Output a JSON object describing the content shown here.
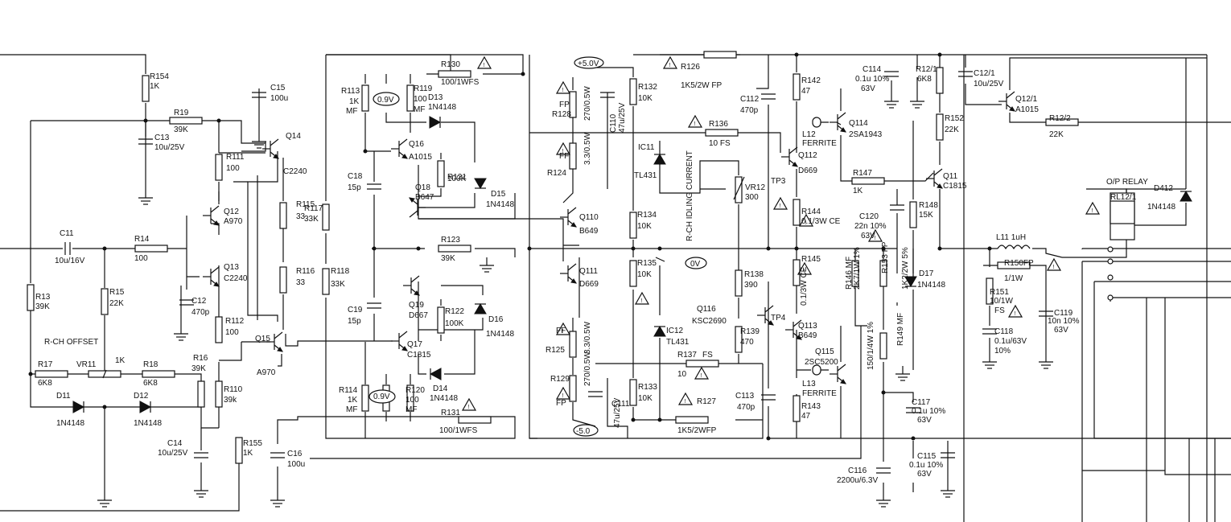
{
  "labels": [
    {
      "id": "r154",
      "text": "R154"
    },
    {
      "id": "r154v",
      "text": "1K"
    },
    {
      "id": "c15",
      "text": "C15"
    },
    {
      "id": "c15v",
      "text": "100u"
    },
    {
      "id": "r19",
      "text": "R19"
    },
    {
      "id": "r19v",
      "text": "39K"
    },
    {
      "id": "c13",
      "text": "C13"
    },
    {
      "id": "c13v",
      "text": "10u/25V"
    },
    {
      "id": "r111",
      "text": "R111"
    },
    {
      "id": "r111v",
      "text": "100"
    },
    {
      "id": "q14",
      "text": "Q14"
    },
    {
      "id": "q14v",
      "text": "C2240"
    },
    {
      "id": "r113",
      "text": "R113"
    },
    {
      "id": "r113v",
      "text": "1K"
    },
    {
      "id": "r113m",
      "text": "MF"
    },
    {
      "id": "v09a",
      "text": "0.9V"
    },
    {
      "id": "r119",
      "text": "R119"
    },
    {
      "id": "r119v",
      "text": "100"
    },
    {
      "id": "r119m",
      "text": "MF"
    },
    {
      "id": "d13",
      "text": "D13"
    },
    {
      "id": "d13v",
      "text": "1N4148"
    },
    {
      "id": "r130",
      "text": "R130"
    },
    {
      "id": "r130v",
      "text": "100/1WFS"
    },
    {
      "id": "q16",
      "text": "Q16"
    },
    {
      "id": "q16v",
      "text": "A1015"
    },
    {
      "id": "r121",
      "text": "R121"
    },
    {
      "id": "r121v",
      "text": "100K"
    },
    {
      "id": "d15",
      "text": "D15"
    },
    {
      "id": "d15v",
      "text": "1N4148"
    },
    {
      "id": "q18",
      "text": "Q18"
    },
    {
      "id": "q18v",
      "text": "B647"
    },
    {
      "id": "c18",
      "text": "C18"
    },
    {
      "id": "c18v",
      "text": "15p"
    },
    {
      "id": "r117",
      "text": "R117"
    },
    {
      "id": "r117v",
      "text": "33K"
    },
    {
      "id": "r115",
      "text": "R115"
    },
    {
      "id": "r115v",
      "text": "33"
    },
    {
      "id": "q12",
      "text": "Q12"
    },
    {
      "id": "q12v",
      "text": "A970"
    },
    {
      "id": "c11",
      "text": "C11"
    },
    {
      "id": "c11v",
      "text": "10u/16V"
    },
    {
      "id": "r14",
      "text": "R14"
    },
    {
      "id": "r14v",
      "text": "100"
    },
    {
      "id": "r123",
      "text": "R123"
    },
    {
      "id": "r123v",
      "text": "39K"
    },
    {
      "id": "q13",
      "text": "Q13"
    },
    {
      "id": "q13v",
      "text": "C2240"
    },
    {
      "id": "r116",
      "text": "R116"
    },
    {
      "id": "r116v",
      "text": "33"
    },
    {
      "id": "r118",
      "text": "R118"
    },
    {
      "id": "r118v",
      "text": "33K"
    },
    {
      "id": "r13",
      "text": "R13"
    },
    {
      "id": "r13v",
      "text": "39K"
    },
    {
      "id": "r15",
      "text": "R15"
    },
    {
      "id": "r15v",
      "text": "22K"
    },
    {
      "id": "c12",
      "text": "C12"
    },
    {
      "id": "c12v",
      "text": "470p"
    },
    {
      "id": "q19",
      "text": "Q19"
    },
    {
      "id": "q19v",
      "text": "D667"
    },
    {
      "id": "r122",
      "text": "R122"
    },
    {
      "id": "r122v",
      "text": "100K"
    },
    {
      "id": "d16",
      "text": "D16"
    },
    {
      "id": "d16v",
      "text": "1N4148"
    },
    {
      "id": "c19",
      "text": "C19"
    },
    {
      "id": "c19v",
      "text": "15p"
    },
    {
      "id": "r112",
      "text": "R112"
    },
    {
      "id": "r112v",
      "text": "100"
    },
    {
      "id": "rchoff",
      "text": "R-CH OFFSET"
    },
    {
      "id": "q15",
      "text": "Q15"
    },
    {
      "id": "q15v",
      "text": "A970"
    },
    {
      "id": "q17",
      "text": "Q17"
    },
    {
      "id": "q17v",
      "text": "C1815"
    },
    {
      "id": "r17",
      "text": "R17"
    },
    {
      "id": "r17v",
      "text": "6K8"
    },
    {
      "id": "vr11",
      "text": "VR11"
    },
    {
      "id": "vr11v",
      "text": "1K"
    },
    {
      "id": "r18",
      "text": "R18"
    },
    {
      "id": "r18v",
      "text": "6K8"
    },
    {
      "id": "r16",
      "text": "R16"
    },
    {
      "id": "r16v",
      "text": "39K"
    },
    {
      "id": "r110",
      "text": "R110"
    },
    {
      "id": "r110v",
      "text": "39k"
    },
    {
      "id": "r114",
      "text": "R114"
    },
    {
      "id": "r114v",
      "text": "1K"
    },
    {
      "id": "r114m",
      "text": "MF"
    },
    {
      "id": "v09b",
      "text": "0.9V"
    },
    {
      "id": "r120",
      "text": "R120"
    },
    {
      "id": "r120v",
      "text": "100"
    },
    {
      "id": "r120m",
      "text": "MF"
    },
    {
      "id": "d14",
      "text": "D14"
    },
    {
      "id": "d14v",
      "text": "1N4148"
    },
    {
      "id": "d11",
      "text": "D11"
    },
    {
      "id": "d11v",
      "text": "1N4148"
    },
    {
      "id": "d12",
      "text": "D12"
    },
    {
      "id": "d12v",
      "text": "1N4148"
    },
    {
      "id": "r131",
      "text": "R131"
    },
    {
      "id": "r131v",
      "text": "100/1WFS"
    },
    {
      "id": "c14",
      "text": "C14"
    },
    {
      "id": "c14v",
      "text": "10u/25V"
    },
    {
      "id": "r155",
      "text": "R155"
    },
    {
      "id": "r155v",
      "text": "1K"
    },
    {
      "id": "c16",
      "text": "C16"
    },
    {
      "id": "c16v",
      "text": "100u"
    },
    {
      "id": "v50p",
      "text": "+5.0V"
    },
    {
      "id": "r126",
      "text": "R126"
    },
    {
      "id": "r126v",
      "text": "1K5/2W FP"
    },
    {
      "id": "fpa",
      "text": "FP"
    },
    {
      "id": "r128",
      "text": "R128"
    },
    {
      "id": "r128v",
      "text": "270/0.5W"
    },
    {
      "id": "c110",
      "text": "C110"
    },
    {
      "id": "c110v",
      "text": "47u/25V"
    },
    {
      "id": "r132",
      "text": "R132"
    },
    {
      "id": "r132v",
      "text": "10K"
    },
    {
      "id": "r136",
      "text": "R136"
    },
    {
      "id": "r136v",
      "text": "10   FS"
    },
    {
      "id": "ffa",
      "text": "FF"
    },
    {
      "id": "r124",
      "text": "R124"
    },
    {
      "id": "r124v",
      "text": "3.3/0.5W"
    },
    {
      "id": "ic11",
      "text": "IC11"
    },
    {
      "id": "ic11v",
      "text": "TL431"
    },
    {
      "id": "idle",
      "text": "R-CH IDLING CURRENT"
    },
    {
      "id": "vr12",
      "text": "VR12"
    },
    {
      "id": "vr12v",
      "text": "300"
    },
    {
      "id": "q110",
      "text": "Q110"
    },
    {
      "id": "q110v",
      "text": "B649"
    },
    {
      "id": "r134",
      "text": "R134"
    },
    {
      "id": "r134v",
      "text": "10K"
    },
    {
      "id": "r135",
      "text": "R135"
    },
    {
      "id": "r135v",
      "text": "10K"
    },
    {
      "id": "v0",
      "text": "0V"
    },
    {
      "id": "q111",
      "text": "Q111"
    },
    {
      "id": "q111v",
      "text": "D669"
    },
    {
      "id": "ffb",
      "text": "FF"
    },
    {
      "id": "r125",
      "text": "R125"
    },
    {
      "id": "r125v",
      "text": "3.3/0.5W"
    },
    {
      "id": "ic12",
      "text": "IC12"
    },
    {
      "id": "ic12v",
      "text": "TL431"
    },
    {
      "id": "r137",
      "text": "R137"
    },
    {
      "id": "r137f",
      "text": "FS"
    },
    {
      "id": "r137v",
      "text": "10"
    },
    {
      "id": "r129",
      "text": "R129"
    },
    {
      "id": "r129v",
      "text": "270/0.5W"
    },
    {
      "id": "fpb",
      "text": "FP"
    },
    {
      "id": "c111",
      "text": "C111"
    },
    {
      "id": "c111v",
      "text": "47u/25V"
    },
    {
      "id": "r133",
      "text": "R133"
    },
    {
      "id": "r133v",
      "text": "10K"
    },
    {
      "id": "r127",
      "text": "R127"
    },
    {
      "id": "v50m",
      "text": "-5.0"
    },
    {
      "id": "r127v",
      "text": "1K5/2WFP"
    },
    {
      "id": "c112",
      "text": "C112"
    },
    {
      "id": "c112v",
      "text": "470p"
    },
    {
      "id": "r142",
      "text": "R142"
    },
    {
      "id": "r142v",
      "text": "47"
    },
    {
      "id": "l12",
      "text": "L12"
    },
    {
      "id": "l12v",
      "text": "FERRITE"
    },
    {
      "id": "q114",
      "text": "Q114"
    },
    {
      "id": "q114v",
      "text": "2SA1943"
    },
    {
      "id": "c114",
      "text": "C114"
    },
    {
      "id": "c114v",
      "text": "0.1u 10%"
    },
    {
      "id": "c114w",
      "text": "63V"
    },
    {
      "id": "r121a",
      "text": "R12/1"
    },
    {
      "id": "r121av",
      "text": "6K8"
    },
    {
      "id": "c121",
      "text": "C12/1"
    },
    {
      "id": "c121v",
      "text": "10u/25V"
    },
    {
      "id": "q121",
      "text": "Q12/1"
    },
    {
      "id": "q121v",
      "text": "A1015"
    },
    {
      "id": "r152",
      "text": "R152"
    },
    {
      "id": "r152v",
      "text": "22K"
    },
    {
      "id": "r122a",
      "text": "R12/2"
    },
    {
      "id": "r122av",
      "text": "22K"
    },
    {
      "id": "q112",
      "text": "Q112"
    },
    {
      "id": "q112v",
      "text": "D669"
    },
    {
      "id": "tp3",
      "text": "TP3"
    },
    {
      "id": "r147",
      "text": "R147"
    },
    {
      "id": "r147v",
      "text": "1K"
    },
    {
      "id": "q11",
      "text": "Q11"
    },
    {
      "id": "q11v",
      "text": "C1815"
    },
    {
      "id": "oprelay",
      "text": "O/P RELAY"
    },
    {
      "id": "rl121",
      "text": "RL12/1"
    },
    {
      "id": "d412",
      "text": "D412"
    },
    {
      "id": "d412v",
      "text": "1N4148"
    },
    {
      "id": "r144",
      "text": "R144"
    },
    {
      "id": "r144v",
      "text": "0.1/3W  CE"
    },
    {
      "id": "c120",
      "text": "C120"
    },
    {
      "id": "c120v",
      "text": "22n 10%"
    },
    {
      "id": "c120w",
      "text": "63V"
    },
    {
      "id": "r148",
      "text": "R148"
    },
    {
      "id": "r148v",
      "text": "15K"
    },
    {
      "id": "l11",
      "text": "L11   1uH"
    },
    {
      "id": "r150",
      "text": "R150FP"
    },
    {
      "id": "r150v",
      "text": "1/1W"
    },
    {
      "id": "r145",
      "text": "R145"
    },
    {
      "id": "r146",
      "text": "R146 MF"
    },
    {
      "id": "r146v",
      "text": "2K7/1W 1%"
    },
    {
      "id": "r153",
      "text": "R153  FP"
    },
    {
      "id": "r153v",
      "text": "1K2/2W 5%"
    },
    {
      "id": "d17",
      "text": "D17"
    },
    {
      "id": "d17v",
      "text": "1N4148"
    },
    {
      "id": "r151",
      "text": "R151"
    },
    {
      "id": "r151v",
      "text": "10/1W"
    },
    {
      "id": "r151f",
      "text": "FS"
    },
    {
      "id": "c119",
      "text": "C119"
    },
    {
      "id": "c119v",
      "text": "10n 10%"
    },
    {
      "id": "c119w",
      "text": "63V"
    },
    {
      "id": "r138",
      "text": "R138"
    },
    {
      "id": "r138v",
      "text": "390"
    },
    {
      "id": "ce2",
      "text": "0.1/3W  CE"
    },
    {
      "id": "q116",
      "text": "Q116"
    },
    {
      "id": "q116v",
      "text": "KSC2690"
    },
    {
      "id": "tp4",
      "text": "TP4"
    },
    {
      "id": "q113",
      "text": "Q113"
    },
    {
      "id": "q113v",
      "text": "B649"
    },
    {
      "id": "r139",
      "text": "R139"
    },
    {
      "id": "r139v",
      "text": "470"
    },
    {
      "id": "c118",
      "text": "C118"
    },
    {
      "id": "c118v",
      "text": "0.1u/63V"
    },
    {
      "id": "c118w",
      "text": "10%"
    },
    {
      "id": "q115",
      "text": "Q115"
    },
    {
      "id": "q115v",
      "text": "2SC5200"
    },
    {
      "id": "r149",
      "text": "R149  MF"
    },
    {
      "id": "r1501",
      "text": "150/1/4W 1%"
    },
    {
      "id": "l13",
      "text": "L13"
    },
    {
      "id": "l13v",
      "text": "FERRITE"
    },
    {
      "id": "c113",
      "text": "C113"
    },
    {
      "id": "c113v",
      "text": "470p"
    },
    {
      "id": "r143",
      "text": "R143"
    },
    {
      "id": "r143v",
      "text": "47"
    },
    {
      "id": "c117",
      "text": "C117"
    },
    {
      "id": "c117v",
      "text": "0.1u 10%"
    },
    {
      "id": "c117w",
      "text": "63V"
    },
    {
      "id": "c115",
      "text": "C115"
    },
    {
      "id": "c115v",
      "text": "0.1u 10%"
    },
    {
      "id": "c115w",
      "text": "63V"
    },
    {
      "id": "c116",
      "text": "C116"
    },
    {
      "id": "c116v",
      "text": "2200u/6.3V"
    }
  ]
}
